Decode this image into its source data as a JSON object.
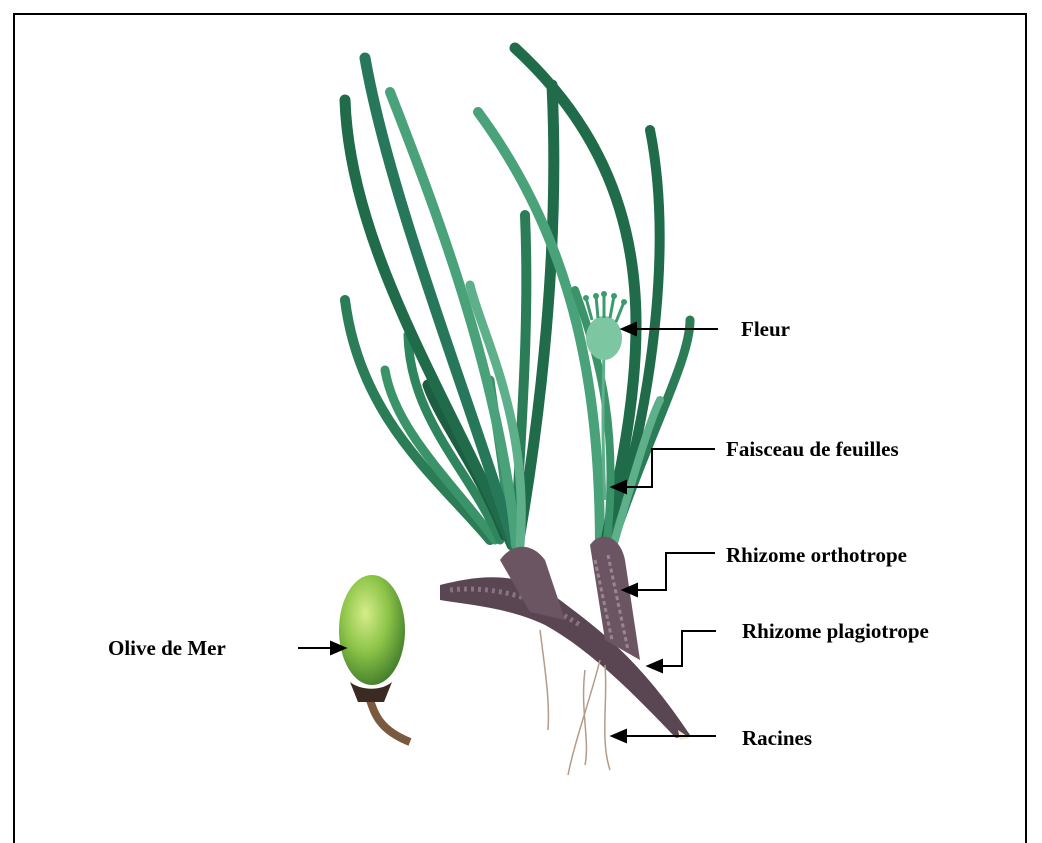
{
  "labels": {
    "fleur": "Fleur",
    "faisceau": "Faisceau de feuilles",
    "rhizome_orthotrope": "Rhizome orthotrope",
    "rhizome_plagiotrope": "Rhizome plagiotrope",
    "racines": "Racines",
    "olive": "Olive de Mer"
  },
  "colors": {
    "leaf_dark": "#1f6b4a",
    "leaf_mid": "#2e8a5e",
    "leaf_light": "#5fb08a",
    "rhizome": "#5a4552",
    "rhizome_light": "#8a7380",
    "root": "#b59a88",
    "fruit": "#7cbf3a",
    "fruit_light": "#c4e27a",
    "stalk": "#7a5a3e",
    "arrow": "#000000"
  }
}
